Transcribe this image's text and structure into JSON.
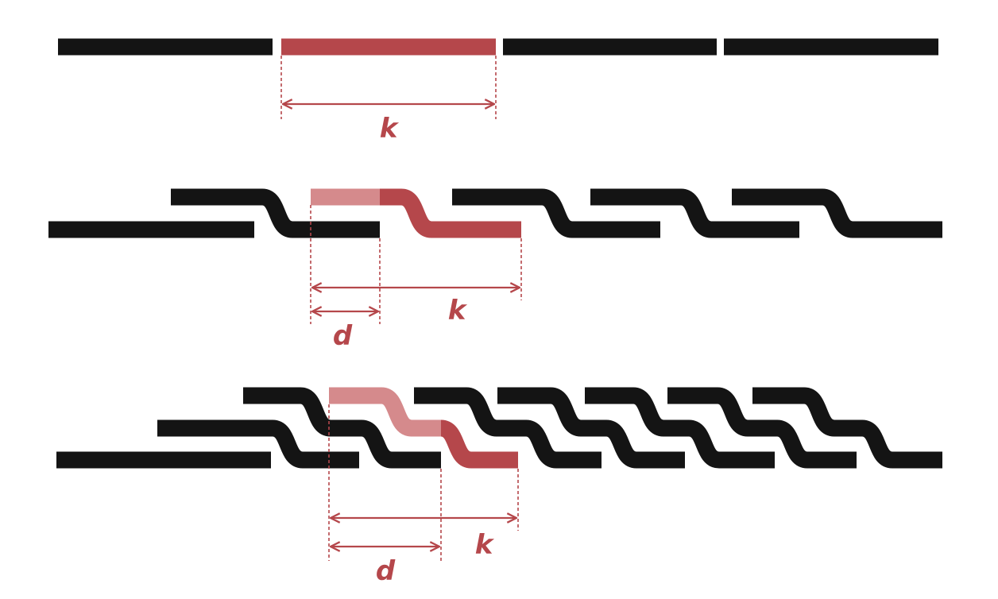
{
  "colors": {
    "segment": "#141414",
    "highlight": "#b5474b",
    "highlight_light": "#d58a8c"
  },
  "panels": [
    {
      "id": "non-overlapping",
      "labels": {
        "k": "k"
      }
    },
    {
      "id": "overlap-2",
      "labels": {
        "k": "k",
        "d": "d"
      }
    },
    {
      "id": "overlap-3",
      "labels": {
        "k": "k",
        "d": "d"
      }
    }
  ]
}
